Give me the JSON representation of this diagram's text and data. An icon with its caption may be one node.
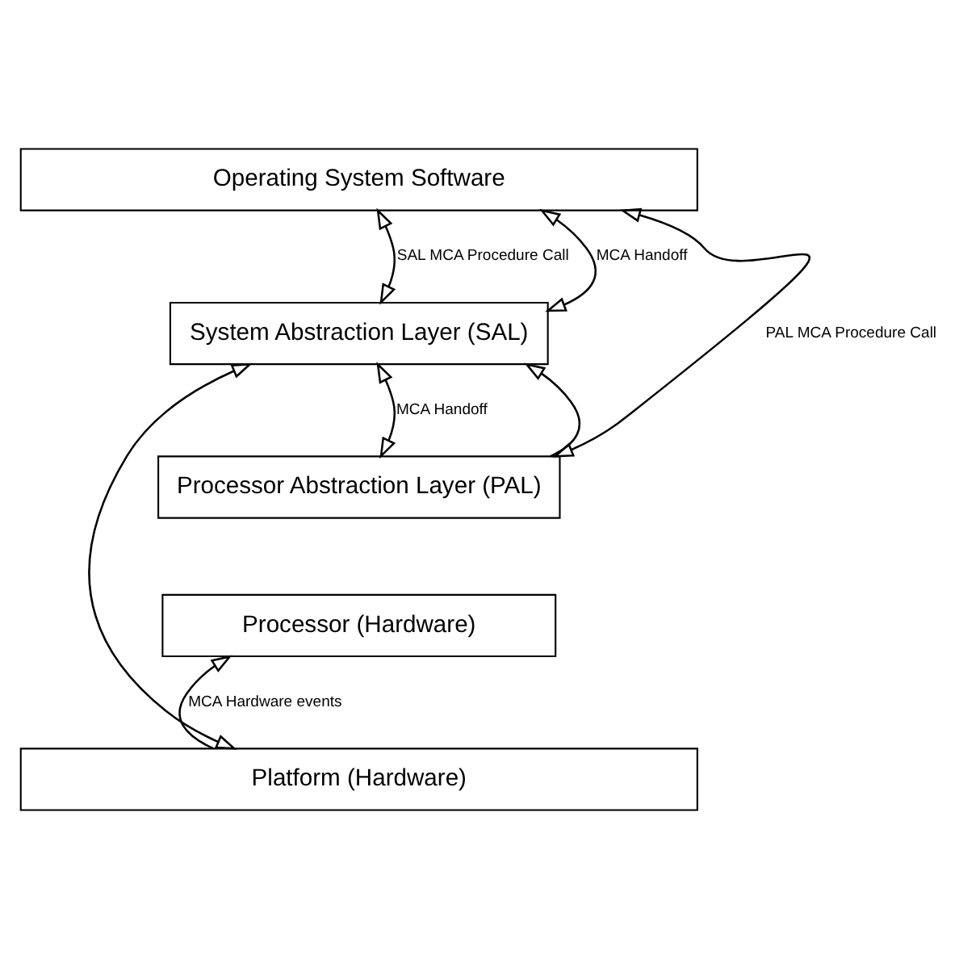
{
  "diagram": {
    "nodes": [
      {
        "text": [
          "Operating System Software"
        ]
      },
      {
        "text": [
          "System Abstraction Layer (SAL)"
        ]
      },
      {
        "text": [
          "Processor Abstraction Layer (PAL)"
        ]
      },
      {
        "text": [
          "Processor (Hardware)"
        ]
      },
      {
        "text": [
          "Platform (Hardware)"
        ]
      }
    ],
    "edges": [
      {
        "from": 0,
        "to": 1,
        "arrow": "both",
        "label": "SAL MCA Procedure Call"
      },
      {
        "from": 0,
        "to": 1,
        "arrow": "both",
        "label": "MCA Handoff"
      },
      {
        "from": 0,
        "to": 2,
        "arrow": "both",
        "label": "PAL MCA Procedure Call"
      },
      {
        "from": 2,
        "to": 1,
        "arrow": "to"
      },
      {
        "from": 1,
        "to": 2,
        "arrow": "both",
        "label": "MCA Handoff"
      },
      {
        "from": 1,
        "to": 4,
        "arrow": "both"
      },
      {
        "from": 4,
        "to": 3,
        "arrow": "to",
        "label": "MCA Hardware events"
      }
    ]
  }
}
